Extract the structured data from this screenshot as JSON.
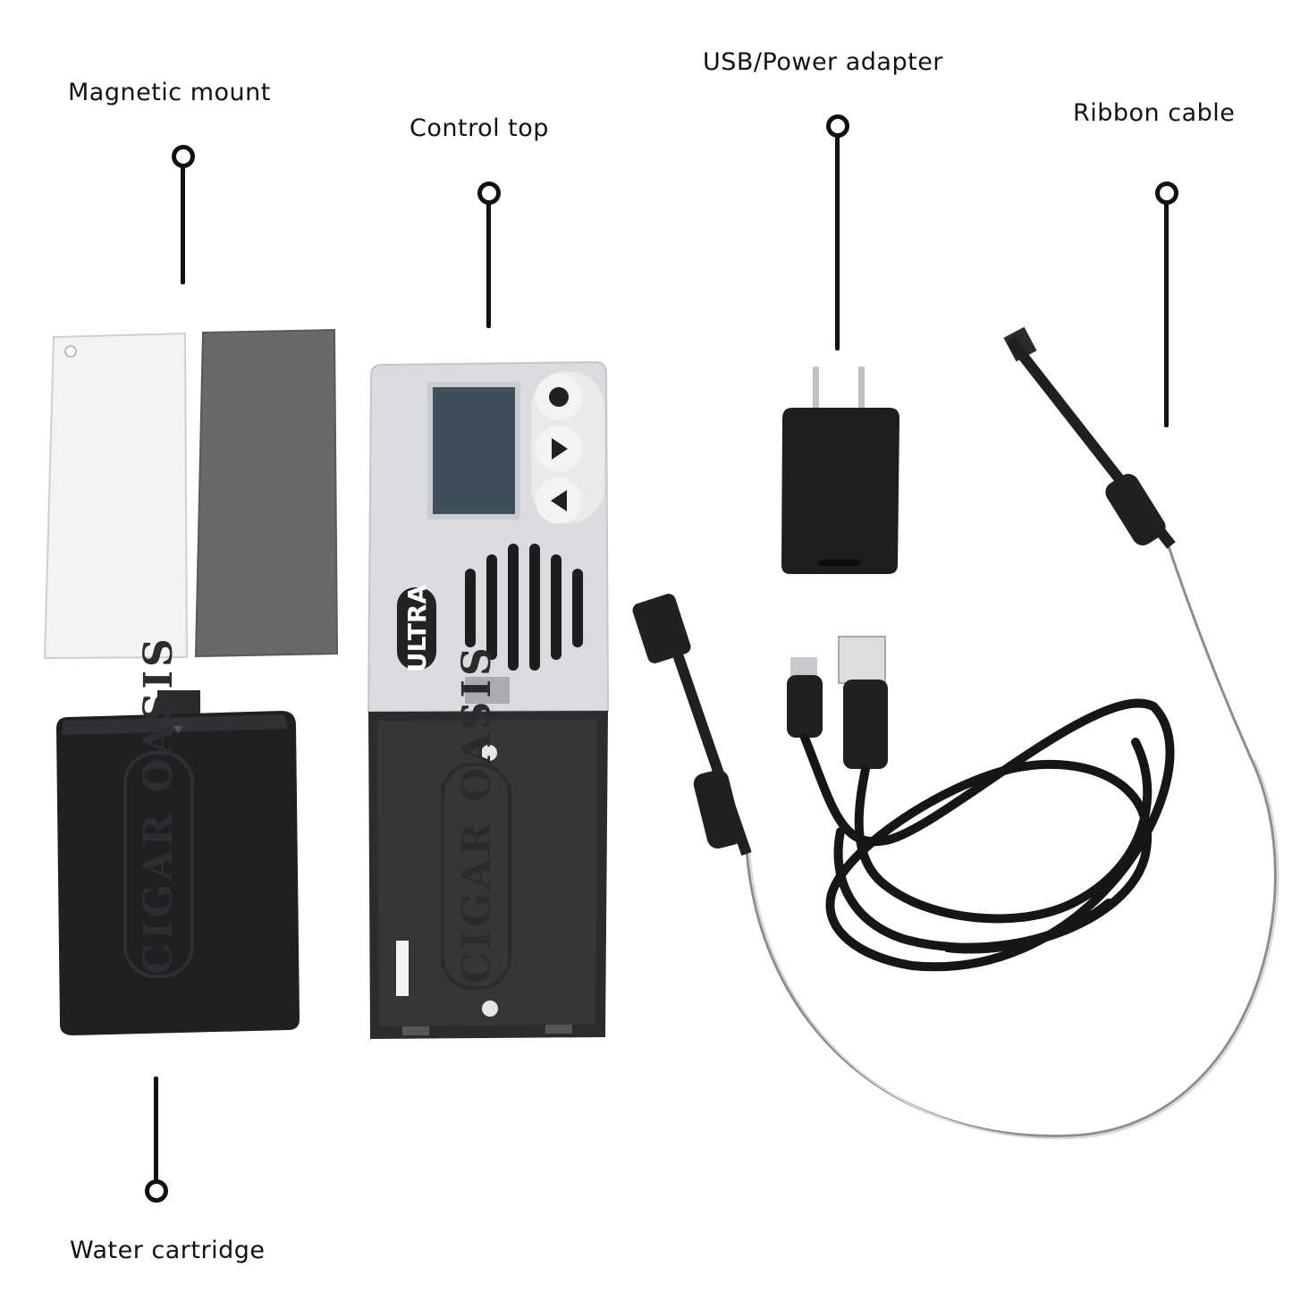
{
  "labels": {
    "magnetic_mount": "Magnetic mount",
    "control_top": "Control top",
    "usb_power_adapter": "USB/Power adapter",
    "ribbon_cable": "Ribbon cable",
    "water_cartridge": "Water cartridge"
  },
  "product": {
    "model_logo": "ULTRA",
    "brand_logo": "CIGAR OASIS"
  },
  "colors": {
    "label_text": "#111111",
    "leader_line": "#111111",
    "background": "#ffffff",
    "plastic_black": "#1e1f21",
    "control_silver": "#d7d9dc",
    "lcd_screen": "#3f4f5a",
    "magnet_sheet": "#6b6967",
    "adhesive_sheet": "#f2f2f2"
  }
}
